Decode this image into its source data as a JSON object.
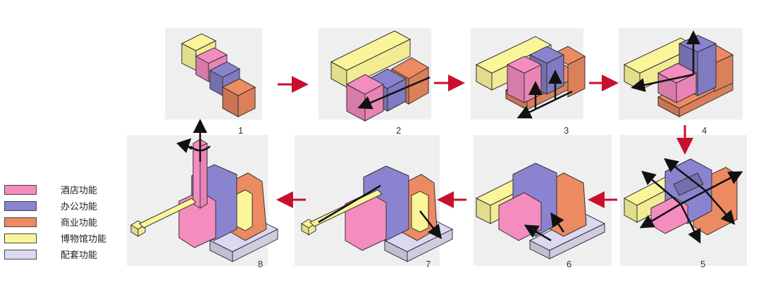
{
  "colors": {
    "hotel": "#f48cc0",
    "office": "#8a83cf",
    "commercial": "#ec8a62",
    "museum": "#fbf59a",
    "support": "#dcd8ef",
    "arrow_red": "#c8102e",
    "arrow_black": "#111111"
  },
  "steps": [
    {
      "number": "1"
    },
    {
      "number": "2"
    },
    {
      "number": "3"
    },
    {
      "number": "4"
    },
    {
      "number": "5"
    },
    {
      "number": "6"
    },
    {
      "number": "7"
    },
    {
      "number": "8"
    }
  ],
  "legend": [
    {
      "key": "hotel",
      "label": "酒店功能"
    },
    {
      "key": "office",
      "label": "办公功能"
    },
    {
      "key": "commercial",
      "label": "商业功能"
    },
    {
      "key": "museum",
      "label": "博物馆功能"
    },
    {
      "key": "support",
      "label": "配套功能"
    }
  ]
}
